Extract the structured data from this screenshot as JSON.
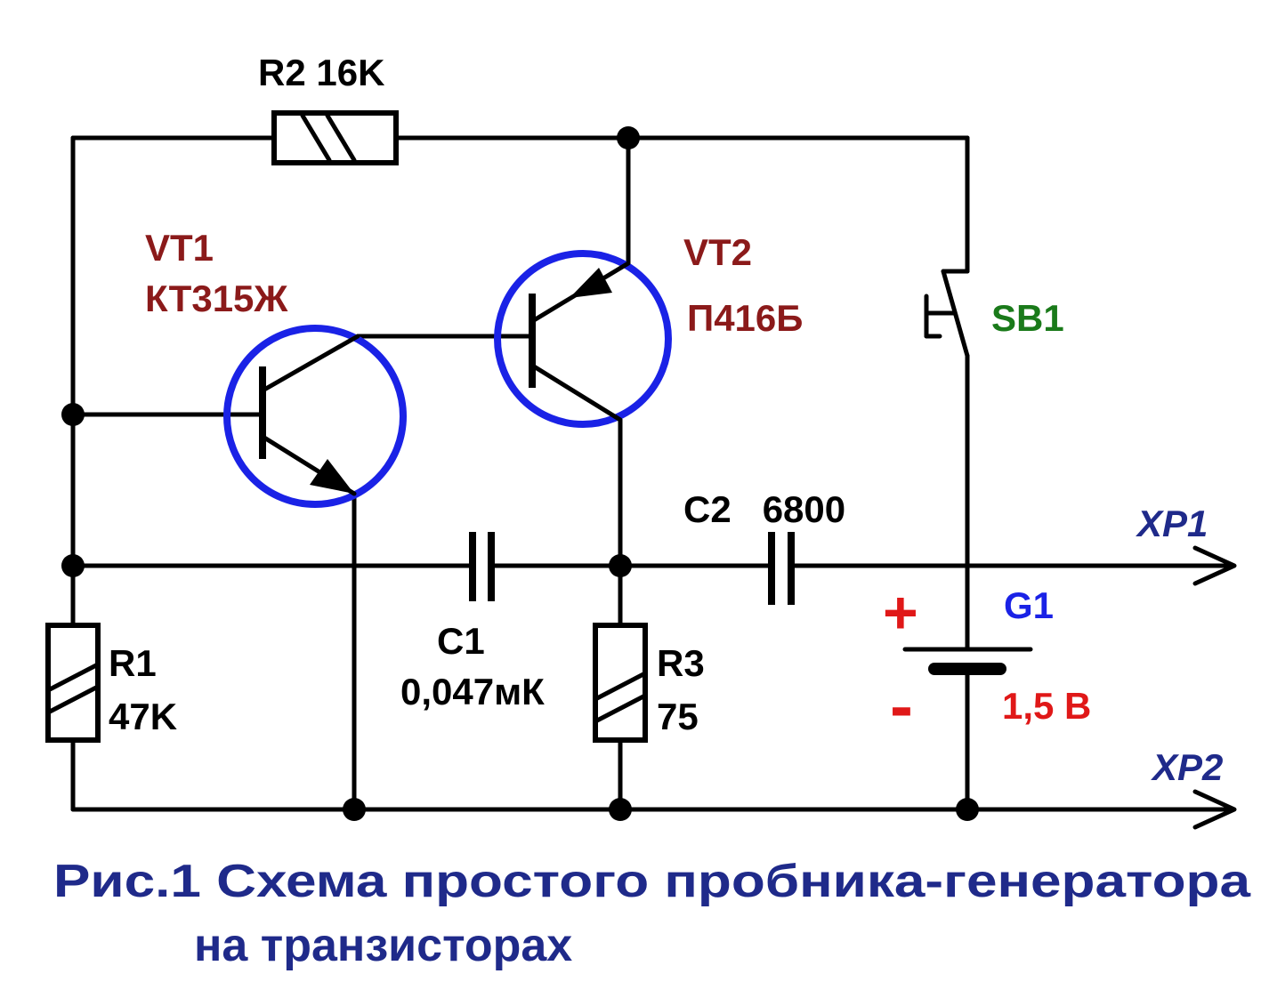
{
  "labels": {
    "r2": "R2  16K",
    "vt1_name": "VT1",
    "vt1_type": "КТ315Ж",
    "vt2_name": "VT2",
    "vt2_type": "П416Б",
    "sb1": "SB1",
    "c2": "C2   6800",
    "xp1": "XP1",
    "xp2": "XP2",
    "g1": "G1",
    "plus": "+",
    "minus": "-",
    "voltage": "1,5 В",
    "r1_name": "R1",
    "r1_value": "47K",
    "c1_name": "C1",
    "c1_value": "0,047мК",
    "r3_name": "R3",
    "r3_value": "75"
  },
  "caption": {
    "line1": "Рис.1 Схема простого пробника-генератора",
    "line2": "на транзисторах"
  },
  "colors": {
    "transistor_ring": "#1a22e6",
    "transistor_label": "#8b1a1a",
    "switch_label": "#1a7a1a",
    "battery_label": "#1a22e6",
    "polarity": "#e01818",
    "voltage": "#e01818",
    "caption": "#1f2a8a",
    "wire": "#000000"
  }
}
